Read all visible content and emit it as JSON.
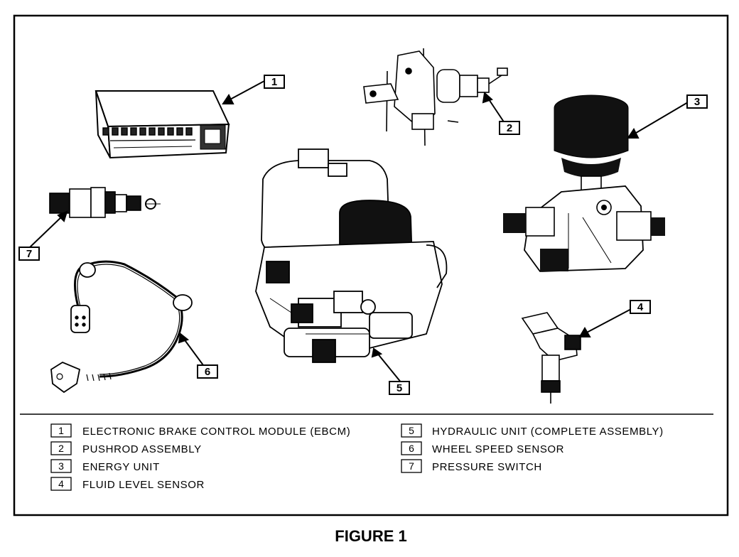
{
  "figure": {
    "title": "FIGURE 1"
  },
  "legend": [
    {
      "num": "1",
      "label": "ELECTRONIC BRAKE CONTROL MODULE (EBCM)"
    },
    {
      "num": "2",
      "label": "PUSHROD ASSEMBLY"
    },
    {
      "num": "3",
      "label": "ENERGY UNIT"
    },
    {
      "num": "4",
      "label": "FLUID LEVEL SENSOR"
    },
    {
      "num": "5",
      "label": "HYDRAULIC UNIT (COMPLETE ASSEMBLY)"
    },
    {
      "num": "6",
      "label": "WHEEL SPEED SENSOR"
    },
    {
      "num": "7",
      "label": "PRESSURE SWITCH"
    }
  ],
  "callouts": [
    "1",
    "2",
    "3",
    "4",
    "5",
    "6",
    "7"
  ]
}
